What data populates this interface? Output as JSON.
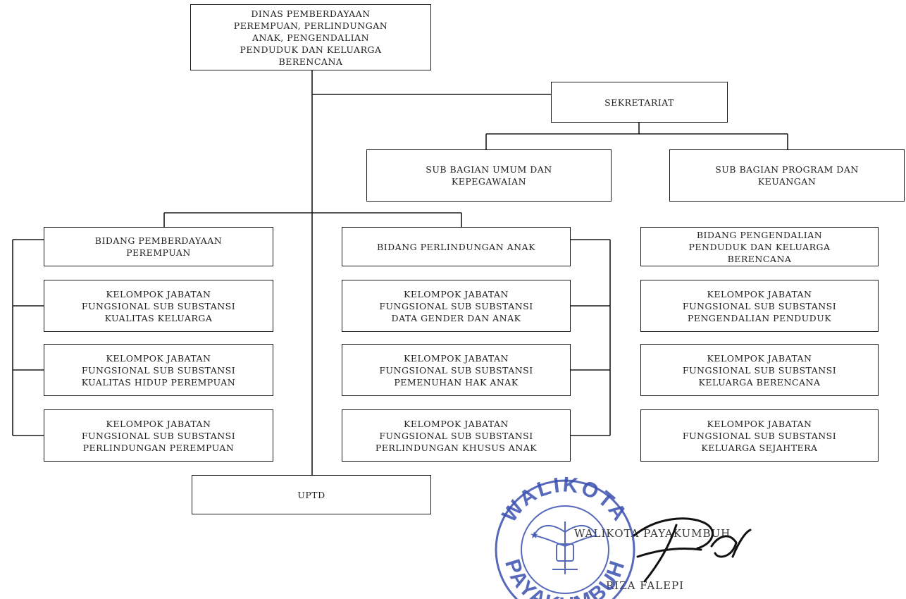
{
  "org_chart": {
    "head": "DINAS PEMBERDAYAAN\nPEREMPUAN, PERLINDUNGAN\nANAK, PENGENDALIAN\nPENDUDUK DAN KELUARGA\nBERENCANA",
    "sekretariat": "SEKRETARIAT",
    "sub_bagian_umum": "SUB BAGIAN UMUM DAN\nKEPEGAWAIAN",
    "sub_bagian_program": "SUB BAGIAN  PROGRAM DAN\nKEUANGAN",
    "bidang_pemberdayaan": {
      "title": "BIDANG PEMBERDAYAAN\nPEREMPUAN",
      "groups": [
        "KELOMPOK JABATAN\nFUNGSIONAL SUB SUBSTANSI\nKUALITAS KELUARGA",
        "KELOMPOK JABATAN\nFUNGSIONAL SUB SUBSTANSI\nKUALITAS HIDUP PEREMPUAN",
        "KELOMPOK JABATAN\nFUNGSIONAL SUB SUBSTANSI\nPERLINDUNGAN PEREMPUAN"
      ]
    },
    "bidang_perlindungan": {
      "title": "BIDANG PERLINDUNGAN ANAK",
      "groups": [
        "KELOMPOK JABATAN\nFUNGSIONAL SUB SUBSTANSI\nDATA GENDER DAN ANAK",
        "KELOMPOK JABATAN\nFUNGSIONAL SUB SUBSTANSI\nPEMENUHAN HAK ANAK",
        "KELOMPOK JABATAN\nFUNGSIONAL SUB SUBSTANSI\nPERLINDUNGAN KHUSUS ANAK"
      ]
    },
    "bidang_pengendalian": {
      "title": "BIDANG PENGENDALIAN\nPENDUDUK DAN KELUARGA\nBERENCANA",
      "groups": [
        "KELOMPOK JABATAN\nFUNGSIONAL SUB SUBSTANSI\nPENGENDALIAN PENDUDUK",
        "KELOMPOK JABATAN\nFUNGSIONAL SUB SUBSTANSI\nKELUARGA BERENCANA",
        "KELOMPOK JABATAN\nFUNGSIONAL SUB SUBSTANSI\nKELUARGA SEJAHTERA"
      ]
    },
    "uptd": "UPTD"
  },
  "signature": {
    "office": "WALIKOTA PAYAKUMBUH",
    "name": "RIZA FALEPI",
    "seal_top_text": "WALIKOTA",
    "seal_bottom_text": "PAYAKUMBUH",
    "seal_color": "#3a4fb0"
  }
}
